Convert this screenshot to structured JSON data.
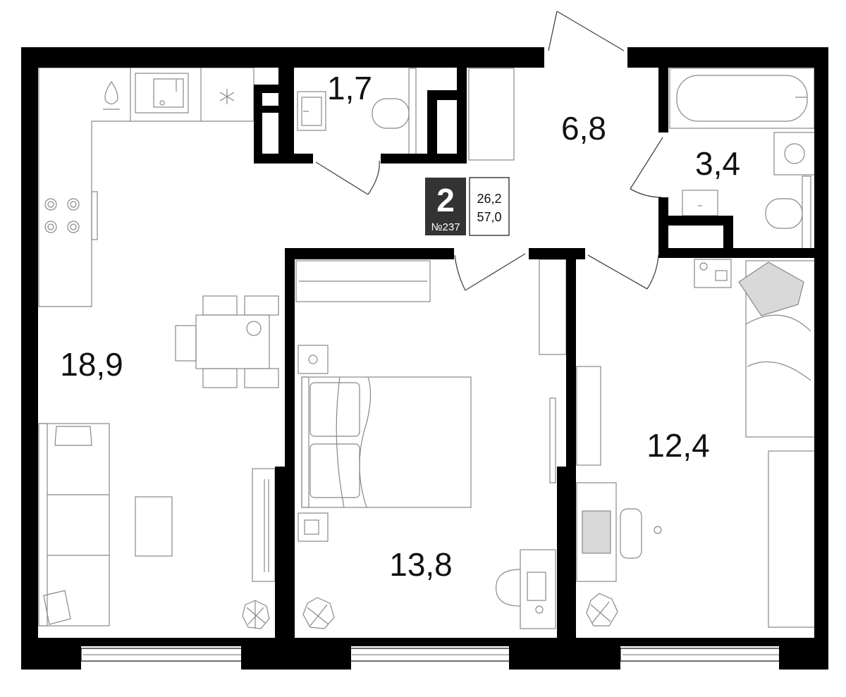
{
  "apartment": {
    "rooms_count": "2",
    "number": "№237",
    "living_area": "26,2",
    "total_area": "57,0"
  },
  "rooms": {
    "kitchen_living": "18,9",
    "wc": "1,7",
    "hall": "6,8",
    "bathroom": "3,4",
    "bedroom_1": "13,8",
    "bedroom_2": "12,4"
  }
}
